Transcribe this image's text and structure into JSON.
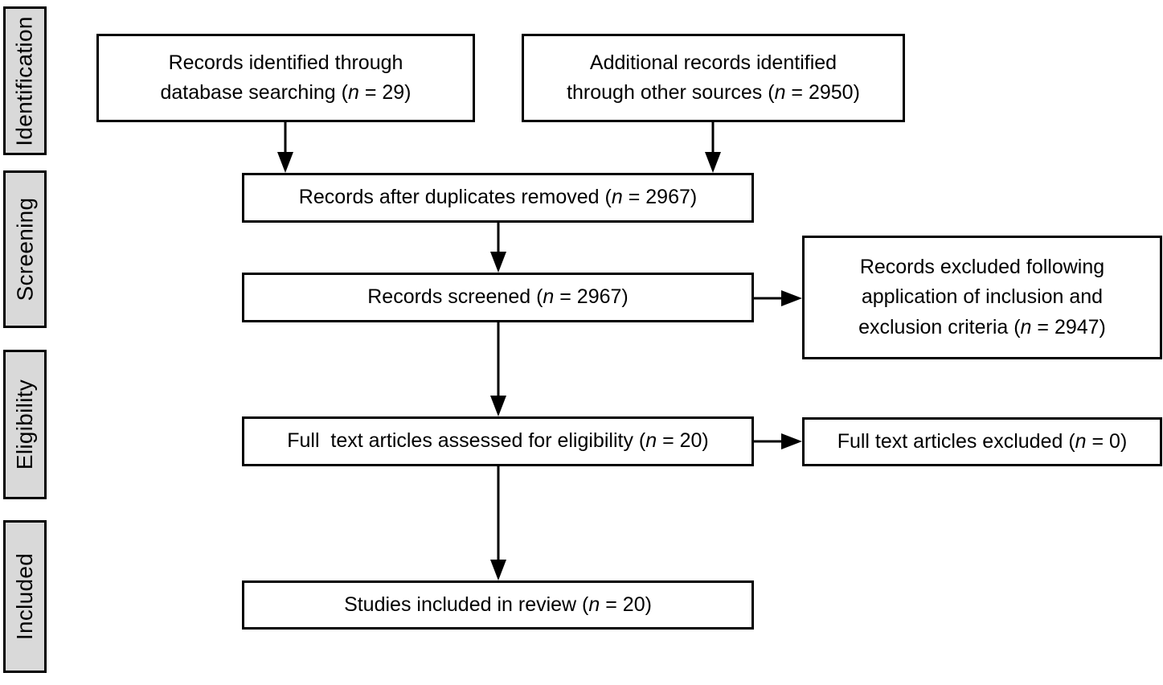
{
  "colors": {
    "box_border": "#000000",
    "box_fill": "#ffffff",
    "stage_fill": "#d9d9d9",
    "text": "#000000",
    "arrow": "#000000"
  },
  "stages": [
    {
      "label": "Identification"
    },
    {
      "label": "Screening"
    },
    {
      "label": "Eligibility"
    },
    {
      "label": "Included"
    }
  ],
  "boxes": {
    "identified": {
      "text": "Records identified through database searching (n = 29)",
      "n": 29,
      "segments": [
        {
          "text": "Records identified through"
        },
        {
          "break": true
        },
        {
          "text": "database searching ("
        },
        {
          "italic": "n"
        },
        {
          "text": " = 29)"
        }
      ]
    },
    "additional": {
      "text": "Additional records identified through other sources (n = 2950)",
      "n": 2950,
      "segments": [
        {
          "text": "Additional records identified"
        },
        {
          "break": true
        },
        {
          "text": "through other sources ("
        },
        {
          "italic": "n"
        },
        {
          "text": " = 2950)"
        }
      ]
    },
    "duplicates_removed": {
      "text": "Records after duplicates removed (n = 2967)",
      "n": 2967,
      "segments": [
        {
          "text": "Records after duplicates removed ("
        },
        {
          "italic": "n"
        },
        {
          "text": " = 2967)"
        }
      ]
    },
    "screened": {
      "text": "Records screened (n = 2967)",
      "n": 2967,
      "segments": [
        {
          "text": "Records screened ("
        },
        {
          "italic": "n"
        },
        {
          "text": " = 2967)"
        }
      ]
    },
    "excluded_screening": {
      "text": "Records excluded following application of inclusion and exclusion criteria (n = 2947)",
      "n": 2947,
      "segments": [
        {
          "text": "Records excluded following"
        },
        {
          "break": true
        },
        {
          "text": "application of inclusion and"
        },
        {
          "break": true
        },
        {
          "text": "exclusion criteria ("
        },
        {
          "italic": "n"
        },
        {
          "text": " = 2947)"
        }
      ]
    },
    "fulltext_assessed": {
      "text": "Full  text articles assessed for eligibility (n = 20)",
      "n": 20,
      "segments": [
        {
          "text": "Full  text articles assessed for eligibility ("
        },
        {
          "italic": "n"
        },
        {
          "text": " = 20)"
        }
      ]
    },
    "fulltext_excluded": {
      "text": "Full text articles excluded (n = 0)",
      "n": 0,
      "segments": [
        {
          "text": "Full text articles excluded ("
        },
        {
          "italic": "n"
        },
        {
          "text": " = 0)"
        }
      ]
    },
    "included_review": {
      "text": "Studies included in review (n = 20)",
      "n": 20,
      "segments": [
        {
          "text": "Studies included in review ("
        },
        {
          "italic": "n"
        },
        {
          "text": " = 20)"
        }
      ]
    }
  }
}
